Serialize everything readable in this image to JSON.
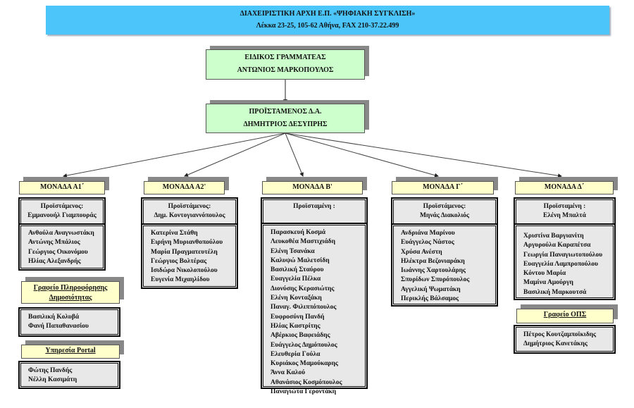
{
  "header": {
    "title": "ΔΙΑΧΕΙΡΙΣΤΙΚΗ ΑΡΧΗ Ε.Π. «ΨΗΦΙΑΚΗ ΣΥΓΚΛΙΣΗ»",
    "address": "Λέκκα 23-25, 105-62 Αθήνα, FAX 210-37.22.499"
  },
  "colors": {
    "banner": "#4cc6fa",
    "top_boxes": "#ccffcc",
    "unit_headers": "#ffffcc",
    "staff_boxes": "#e8e8e8"
  },
  "secretary": {
    "role": "ΕΙΔΙΚΟΣ ΓΡΑΜΜΑΤΕΑΣ",
    "name": "ΑΝΤΩΝΙΟΣ ΜΑΡΚΟΠΟΥΛΟΣ"
  },
  "director": {
    "role": "ΠΡΟΪΣΤΑΜΕΝΟΣ Δ.Α.",
    "name": "ΔΗΜΗΤΡΙΟΣ ΔΕΣΥΠΡΗΣ"
  },
  "units": [
    {
      "title": "ΜΟΝΑΔΑ Α1΄",
      "boss_label": "Προϊστάμενος:",
      "boss_name": "Εμμανουήλ Γιαμπουράς",
      "members": [
        "Ανθούλα Αναγνωστάκη",
        "Αντώνης Μπάλιος",
        "Γεώργιος Οικονόμου",
        "Ηλίας Αλεξανδρής"
      ]
    },
    {
      "title": "ΜΟΝΑΔΑ Α2'",
      "boss_label": "Προϊστάμενος:",
      "boss_name": "Δημ. Κοντογιαννόπουλος",
      "members": [
        "Κατερίνα Στάθη",
        "Ειρήνη Μυριανθοπούλου",
        "Μαρία Πραγματευτέλη",
        "Γεώργιος Βολτέρας",
        "Ισιδώρα Νικολοπούλου",
        "Ευγενία Μιχαηλίδου"
      ]
    },
    {
      "title": "ΜΟΝΑΔΑ Β'",
      "boss_label": "Προϊσταμένη :",
      "boss_name": "",
      "members": [
        "Παρασκευή Κοσμά",
        "Λευκοθέα Μαστιχιάδη",
        "Ελένη Τσανάκα",
        "Καλυψώ Μαλετσίδη",
        "Βασιλική Σταύρου",
        "Ευαγγελία Πέλκα",
        "Διονύσης Κερασιώτης",
        "Ελένη Κονταξάκη",
        "Παναγ. Φιλιππόπουλος",
        "Ευφροσύνη Πανδή",
        "Ηλίας Καστρίτης",
        "Αβέρκιος Βαφειάδης",
        "Ευάγγελος Δημόπουλος",
        "Ελευθερία Γούλα",
        "Κυριάκος Μαμούκαρης",
        "Άννα Καλού",
        "Αθανάσιος Κοσμόπουλος",
        "Παναγιώτα Γεροντάκη"
      ]
    },
    {
      "title": "ΜΟΝΑΔΑ Γ΄",
      "boss_label": "Προϊστάμενος:",
      "boss_name": "Μηνάς Διακολιός",
      "members": [
        "Ανδριάνα Μαρίνου",
        "Ευάγγελος Νάστος",
        "Χρύσα Ανέστη",
        "Ηλέκτρα Βεζονιαράκη",
        "Ιωάννης Χαρτουλάρης",
        "Σπυρίδων Σπυρόπουλος",
        "Αγγελική Ψωματάκη",
        "Περικλής Βάλσαμος"
      ]
    },
    {
      "title": "ΜΟΝΑΔΑ Δ΄",
      "boss_label": "Προϊσταμένη :",
      "boss_name": "Ελένη Μπαλτά",
      "members": [
        "Χριστίνα Βαργιανίτη",
        "Αργυρούλα Καραπέτσα",
        "Γεωργία Παναγιωτοπούλου",
        "Ευαγγελία Λαμπροπούλου",
        "Κόντου Μαρία",
        "Μαμίνα Αμούργη",
        "Βασιλική Μαρκουτσά"
      ]
    }
  ],
  "offices": [
    {
      "title_line1": "Γραφείο Πληροφόρησης",
      "title_line2": "Δημοσιότητας",
      "members": [
        "Βασιλική Κολυβά",
        "Φανή Παπαθανασίου"
      ]
    },
    {
      "title_line1": "Υπηρεσία Portal",
      "members": [
        "Φώτης Πανδής",
        "Νέλλη Κασιμάτη"
      ]
    },
    {
      "title_line1": "Γραφείο ΟΠΣ",
      "members": [
        "Πέτρος Κουτζαμποϊκιδης",
        "Δημήτριος Κανετάκης"
      ]
    }
  ]
}
